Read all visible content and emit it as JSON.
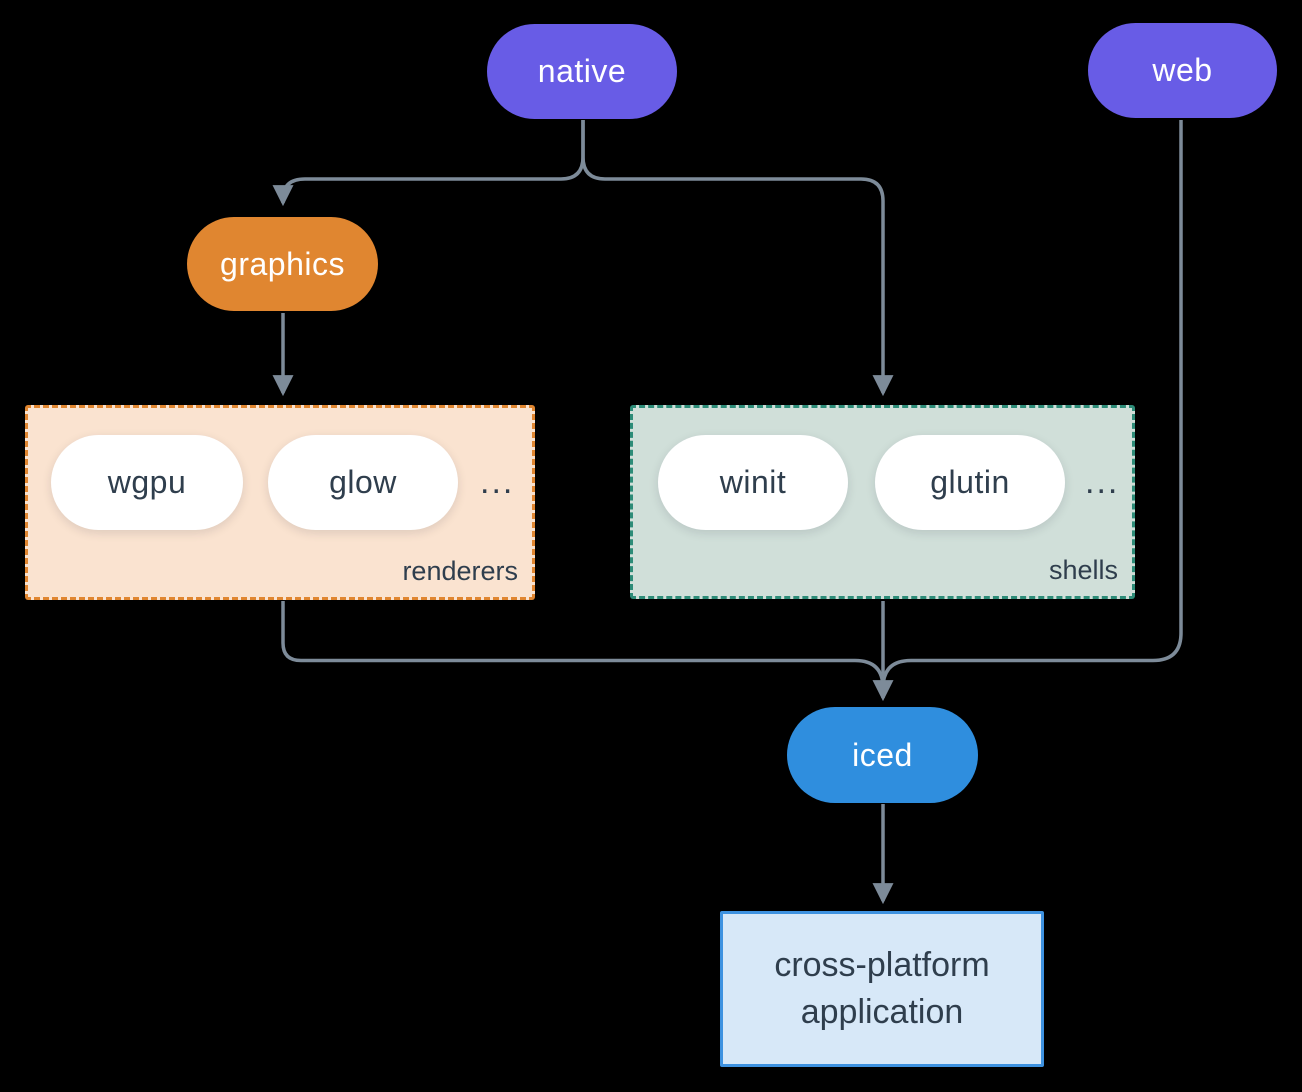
{
  "nodes": {
    "native": {
      "label": "native"
    },
    "web": {
      "label": "web"
    },
    "graphics": {
      "label": "graphics"
    },
    "iced": {
      "label": "iced"
    },
    "application": {
      "label": "cross-platform application",
      "lines": [
        "cross-platform",
        "application"
      ]
    }
  },
  "groups": {
    "renderers": {
      "label": "renderers",
      "items": [
        "wgpu",
        "glow"
      ],
      "ellipsis": "..."
    },
    "shells": {
      "label": "shells",
      "items": [
        "winit",
        "glutin"
      ],
      "ellipsis": "..."
    }
  },
  "colors": {
    "background": "#000000",
    "platform_node": "#685ce6",
    "graphics_node": "#e08630",
    "iced_node": "#2f8ede",
    "renderers_fill": "#fae3d0",
    "renderers_border": "#e08630",
    "shells_fill": "#d0dfd9",
    "shells_border": "#2d8c78",
    "application_fill": "#d7e8f8",
    "application_border": "#3e92e0",
    "connector": "#7d8b99",
    "dark_text": "#2f3e4d"
  }
}
